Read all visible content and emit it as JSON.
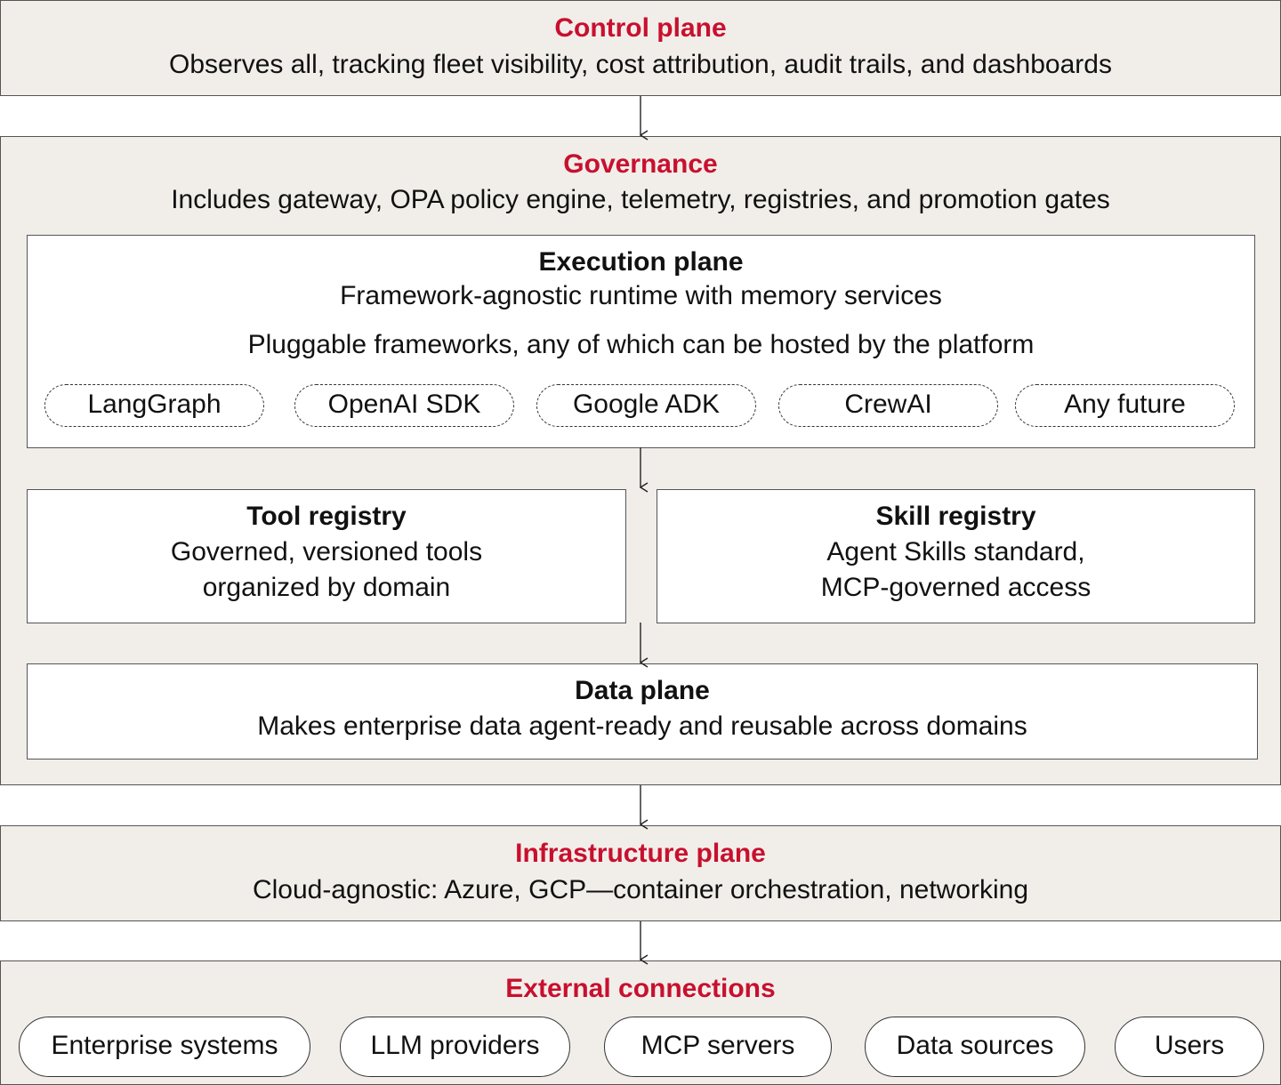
{
  "control_plane": {
    "title": "Control plane",
    "description": "Observes all, tracking fleet visibility, cost attribution, audit trails, and dashboards"
  },
  "governance": {
    "title": "Governance",
    "description": "Includes gateway, OPA policy engine, telemetry, registries, and promotion gates"
  },
  "execution_plane": {
    "title": "Execution plane",
    "description": "Framework-agnostic runtime with memory services",
    "frameworks_caption": "Pluggable frameworks, any of which can be hosted by the platform",
    "frameworks": [
      "LangGraph",
      "OpenAI SDK",
      "Google ADK",
      "CrewAI",
      "Any future"
    ]
  },
  "tool_registry": {
    "title": "Tool registry",
    "line1": "Governed, versioned tools",
    "line2": "organized by domain"
  },
  "skill_registry": {
    "title": "Skill registry",
    "line1": "Agent Skills standard,",
    "line2": "MCP-governed access"
  },
  "data_plane": {
    "title": "Data plane",
    "description": "Makes enterprise data agent-ready and reusable across domains"
  },
  "infrastructure_plane": {
    "title": "Infrastructure plane",
    "description": "Cloud-agnostic: Azure, GCP—container orchestration, networking"
  },
  "external_connections": {
    "title": "External connections",
    "items": [
      "Enterprise systems",
      "LLM providers",
      "MCP servers",
      "Data sources",
      "Users"
    ]
  },
  "colors": {
    "accent_red": "#c8102e",
    "layer_fill": "#f1eeea",
    "border": "#555555"
  }
}
